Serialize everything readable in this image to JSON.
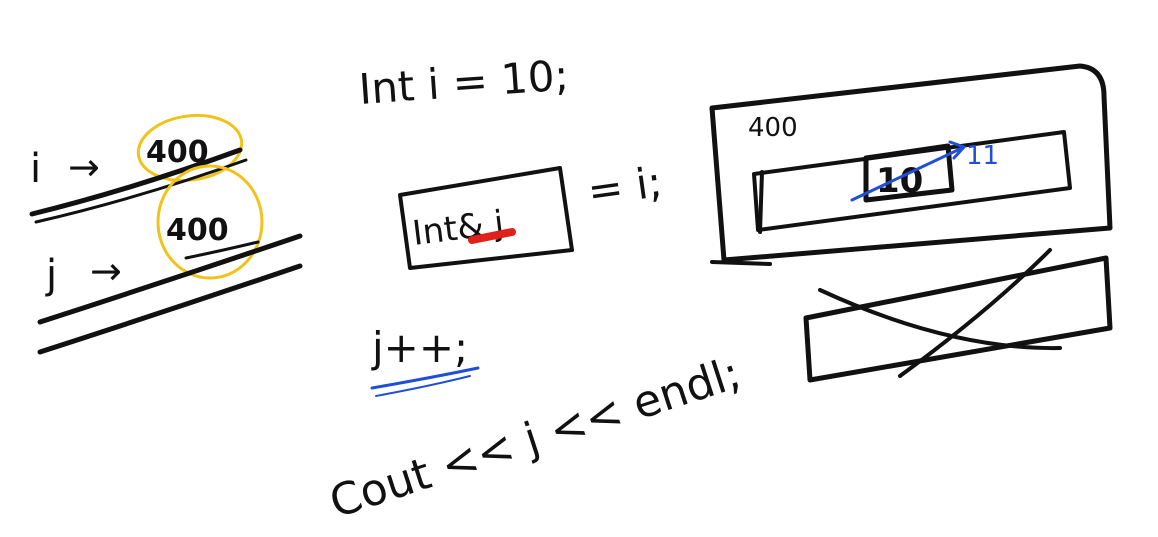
{
  "code": {
    "line1": "Int i = 10;",
    "ref_decl": "Int& j",
    "ref_assign": "= i;",
    "increment": "j++;",
    "output": "Cout << j << endl;"
  },
  "left_notes": {
    "row1_var": "i",
    "row1_arrow": "→",
    "row1_addr": "400",
    "row2_var": "j",
    "row2_arrow": "→",
    "row2_addr": "400"
  },
  "memory": {
    "address_label": "400",
    "old_value": "10",
    "new_value": "11"
  },
  "colors": {
    "ink": "#111111",
    "highlight_circle": "#f2c21b",
    "underline_red": "#e0201b",
    "annotation_blue": "#1f4fd6"
  }
}
